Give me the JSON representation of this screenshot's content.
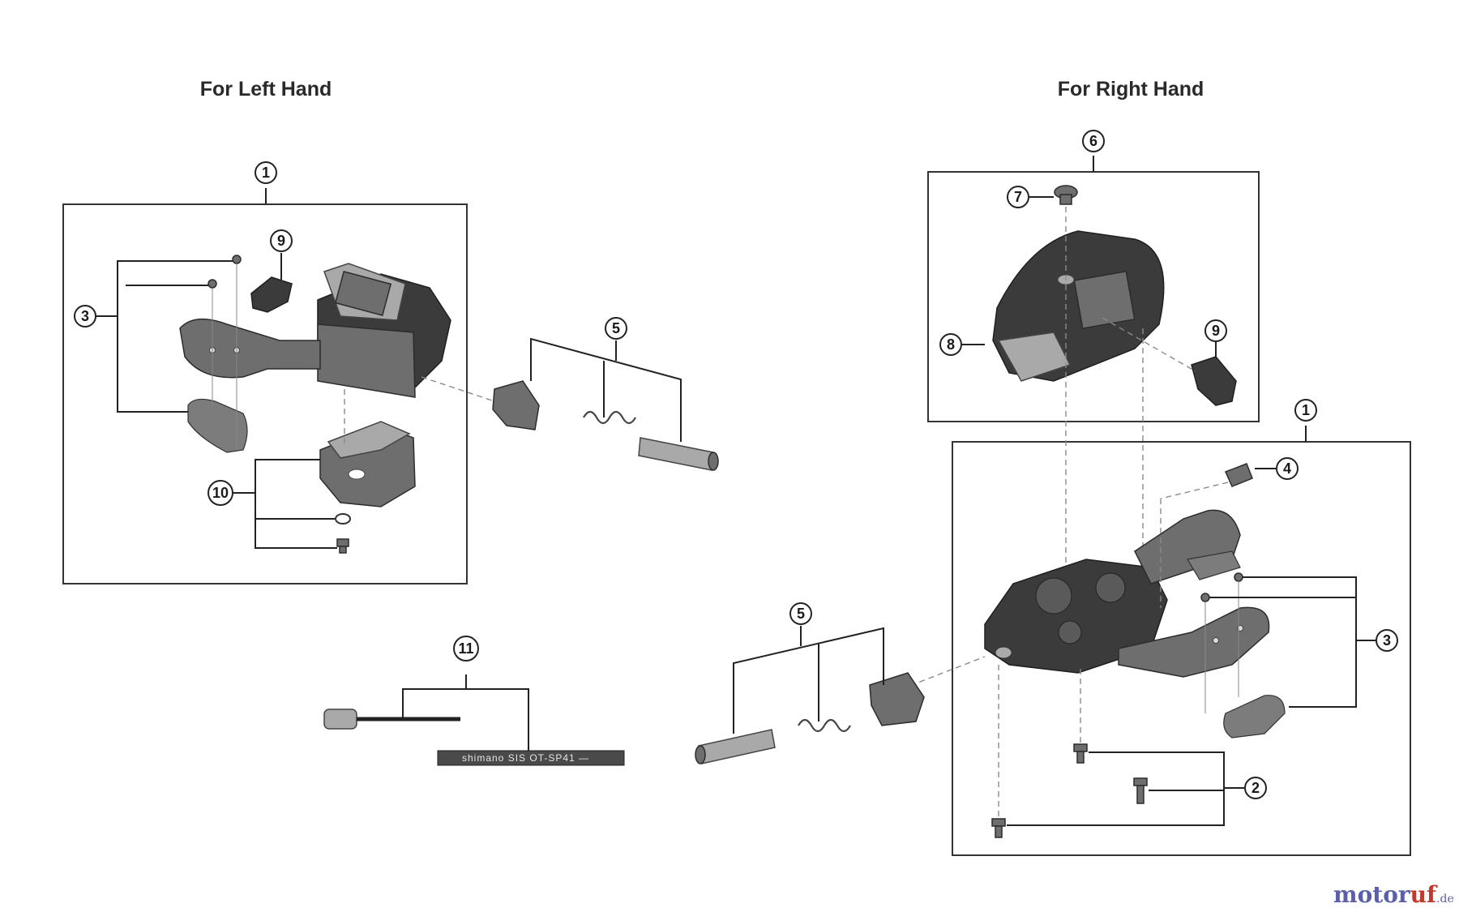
{
  "headings": {
    "left": "For Left Hand",
    "right": "For Right Hand"
  },
  "callouts": {
    "left": [
      "1",
      "9",
      "3",
      "5",
      "10",
      "11"
    ],
    "right": [
      "6",
      "7",
      "8",
      "9",
      "1",
      "4",
      "3",
      "5",
      "2"
    ]
  },
  "cable_print": "shimano SIS  OT-SP41 —",
  "watermark": {
    "brand": "motoruf",
    "brand_part1": "motor",
    "brand_part2": "uf",
    "tld": ".de"
  }
}
